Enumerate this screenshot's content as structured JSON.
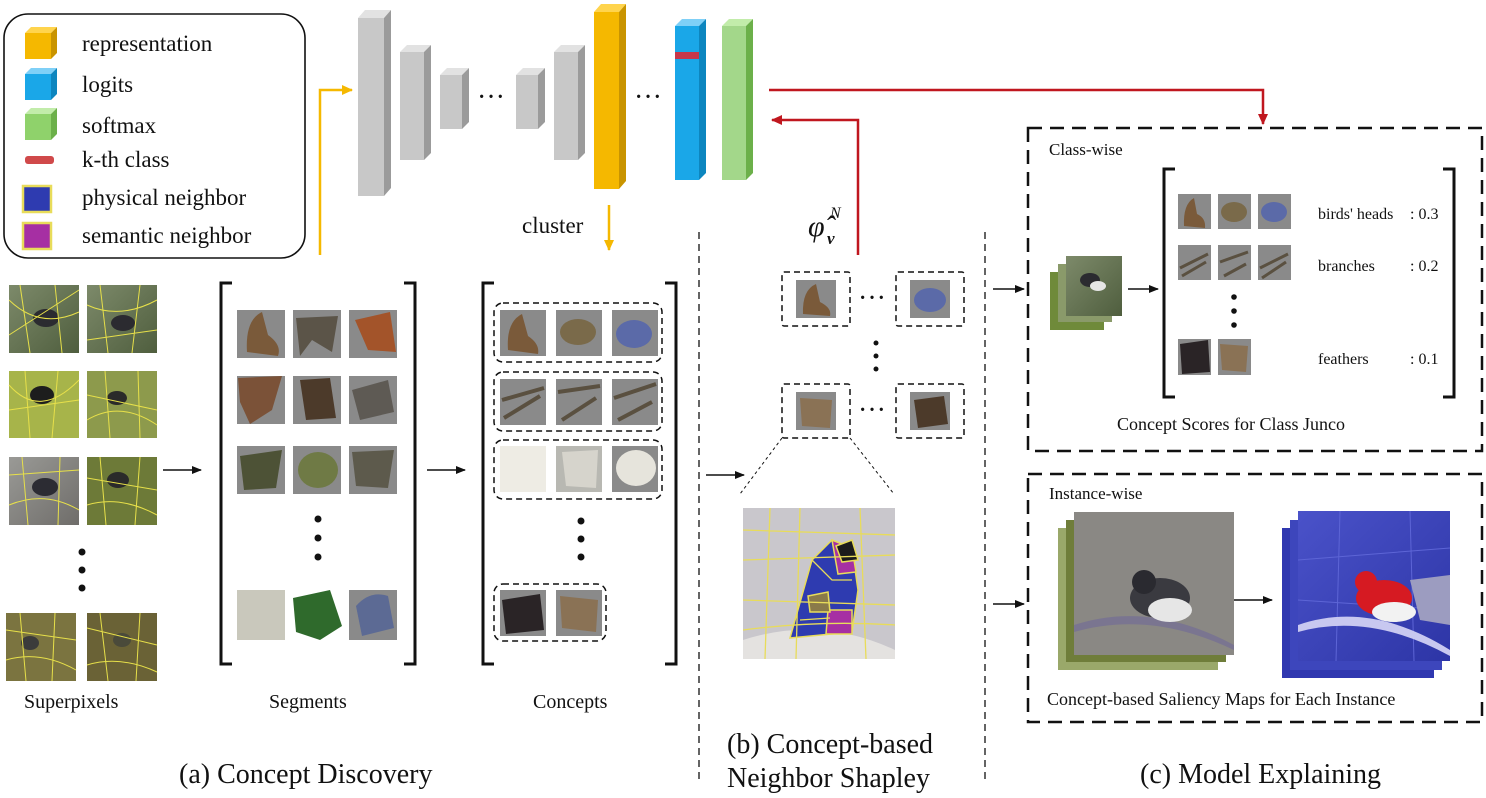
{
  "legend": {
    "items": [
      {
        "label": "representation",
        "color": "#f5b800",
        "kind": "cube"
      },
      {
        "label": "logits",
        "color": "#1aa7e8",
        "kind": "cube"
      },
      {
        "label": "softmax",
        "color": "#8fd26b",
        "kind": "cube"
      },
      {
        "label": "k-th class",
        "color": "#d0494a",
        "kind": "bar"
      },
      {
        "label": "physical neighbor",
        "color": "#2e3bb0",
        "kind": "square"
      },
      {
        "label": "semantic neighbor",
        "color": "#a62fa3",
        "kind": "square"
      }
    ]
  },
  "network": {
    "cluster_label": "cluster",
    "ellipsis": "···",
    "shapley_symbol": "φ̂",
    "shapley_sub": "v",
    "shapley_sup": "N"
  },
  "panel_a": {
    "superpixels_label": "Superpixels",
    "segments_label": "Segments",
    "concepts_label": "Concepts",
    "title": "(a) Concept Discovery"
  },
  "panel_b": {
    "title_line1": "(b) Concept-based",
    "title_line2": "Neighbor Shapley"
  },
  "panel_c": {
    "title": "(c) Model Explaining",
    "classwise": {
      "label": "Class-wise",
      "scores": [
        {
          "concept": "birds' heads",
          "score": ": 0.3"
        },
        {
          "concept": "branches",
          "score": ": 0.2"
        },
        {
          "concept": "feathers",
          "score": ": 0.1"
        }
      ],
      "caption": "Concept Scores for Class Junco"
    },
    "instancewise": {
      "label": "Instance-wise",
      "caption": "Concept-based Saliency Maps for Each Instance"
    }
  },
  "colors": {
    "yellow_arrow": "#f5b800",
    "red_arrow": "#c0171f",
    "gray_block": "#c8c8c8"
  }
}
